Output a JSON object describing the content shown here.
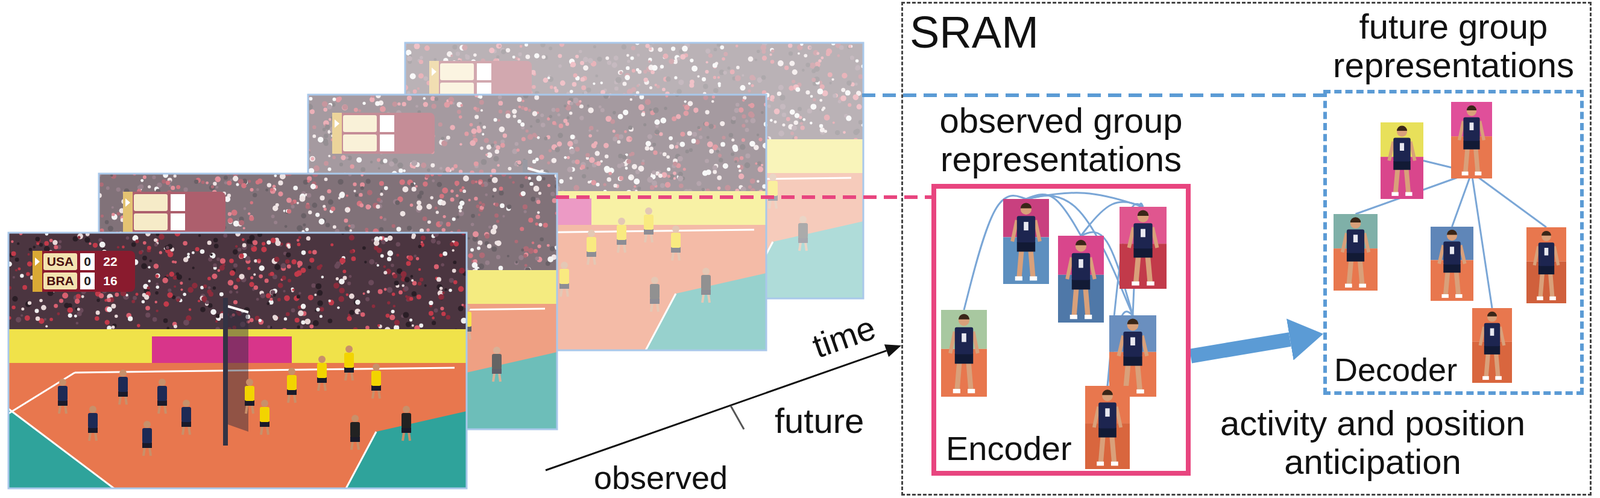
{
  "diagram": {
    "nodes": [
      {
        "text": [
          "SRAM"
        ]
      },
      {
        "text": [
          "observed group representations",
          "Encoder"
        ],
        "in": 0
      },
      {
        "text": [
          "future group representations",
          "Decoder"
        ],
        "in": 0
      }
    ],
    "edges": [
      {
        "from": 1,
        "to": 2,
        "arrow": "to"
      }
    ],
    "labels": [
      "USA",
      "0",
      "22",
      "BRA",
      "0",
      "16",
      "time",
      "future",
      "observed",
      "activity and position anticipation"
    ]
  }
}
